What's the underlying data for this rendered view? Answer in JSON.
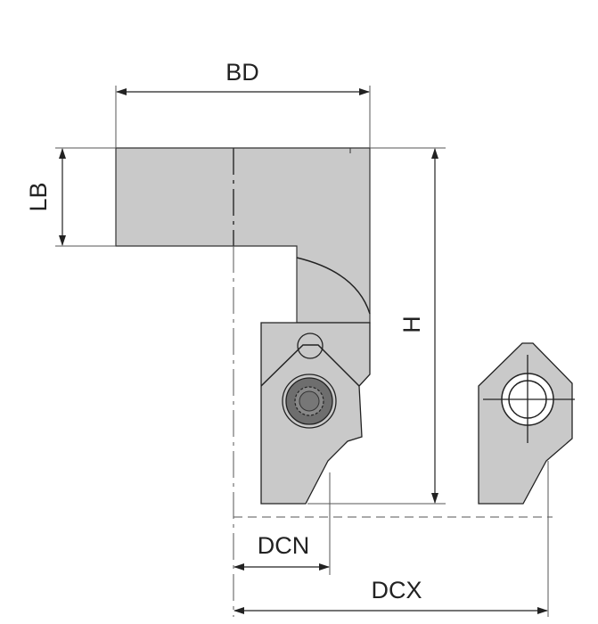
{
  "labels": {
    "bd": "BD",
    "lb": "LB",
    "h": "H",
    "dcn": "DCN",
    "dcx": "DCX"
  },
  "colors": {
    "body_fill": "#c9c9c9",
    "line": "#222222",
    "screw": "#6e6e6e"
  }
}
